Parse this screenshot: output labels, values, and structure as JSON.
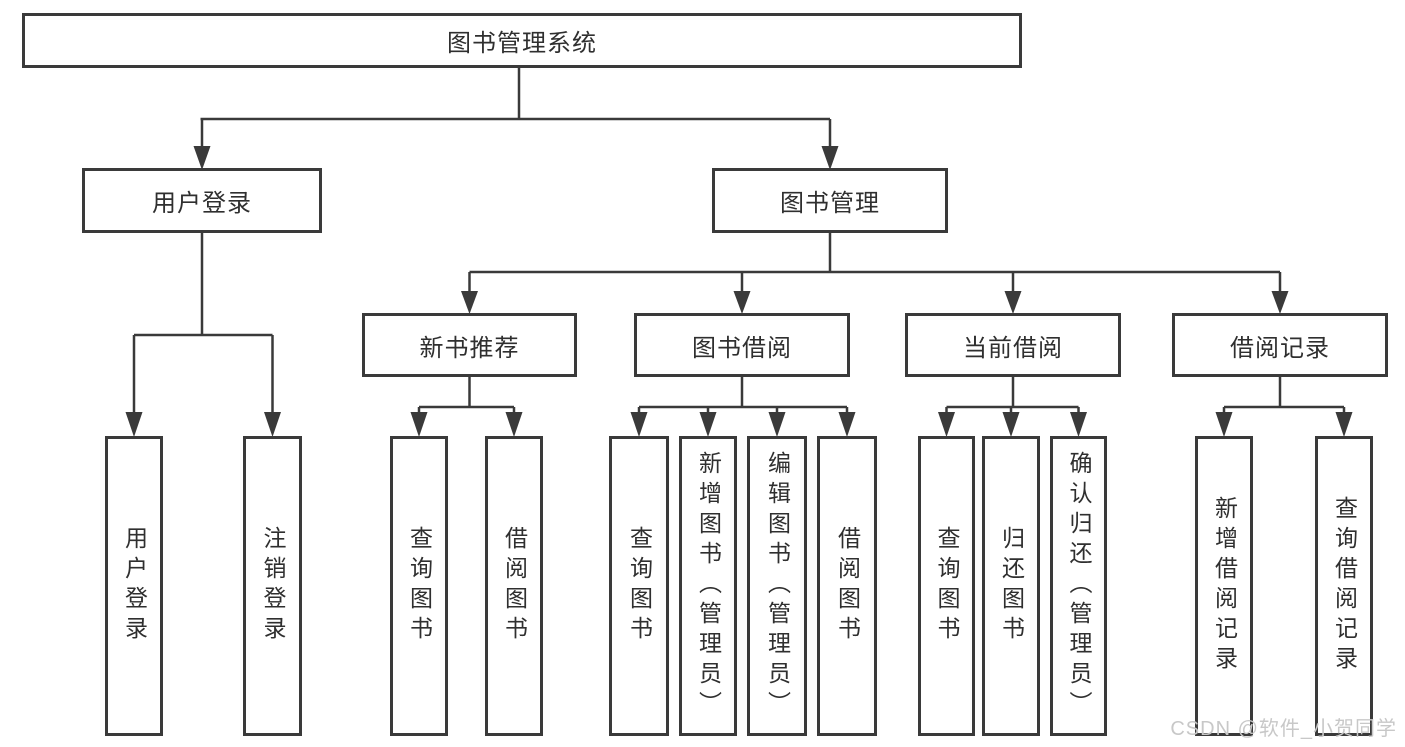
{
  "nodes": {
    "root": {
      "label": "图书管理系统"
    },
    "user_login": {
      "label": "用户登录"
    },
    "book_mgmt": {
      "label": "图书管理"
    },
    "new_book_rec": {
      "label": "新书推荐"
    },
    "book_borrow": {
      "label": "图书借阅"
    },
    "current_borrow": {
      "label": "当前借阅"
    },
    "borrow_records": {
      "label": "借阅记录"
    },
    "leaf_user_login": {
      "label": "用户登录"
    },
    "leaf_logout": {
      "label": "注销登录"
    },
    "leaf_query_books_rec": {
      "label": "查询图书"
    },
    "leaf_borrow_books_rec": {
      "label": "借阅图书"
    },
    "leaf_query_books_bb": {
      "label": "查询图书"
    },
    "leaf_add_books_admin": {
      "label": "新增图书（管理员）"
    },
    "leaf_edit_books_admin": {
      "label": "编辑图书（管理员）"
    },
    "leaf_borrow_books_bb": {
      "label": "借阅图书"
    },
    "leaf_query_books_cb": {
      "label": "查询图书"
    },
    "leaf_return_books": {
      "label": "归还图书"
    },
    "leaf_confirm_return_admin": {
      "label": "确认归还（管理员）"
    },
    "leaf_add_borrow_record": {
      "label": "新增借阅记录"
    },
    "leaf_query_borrow_record": {
      "label": "查询借阅记录"
    }
  },
  "watermark": {
    "text": "CSDN @软件_小贺同学"
  },
  "colors": {
    "line": "#3a3a3a",
    "text": "#2f2f2f",
    "watermark": "#c8c8c8",
    "background": "#ffffff"
  }
}
